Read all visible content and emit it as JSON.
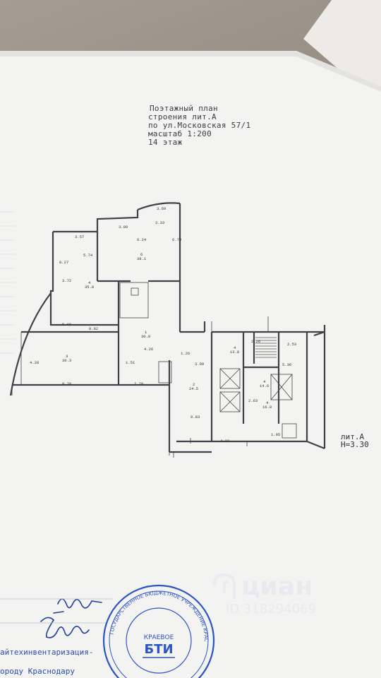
{
  "plan": {
    "title": [
      "Поэтажный план",
      "строения лит.А",
      "по ул.Московская 57/1",
      "масштаб 1:200",
      "14   этаж"
    ],
    "rooms": [
      {
        "number": "6",
        "area": "38.1"
      },
      {
        "number": "4",
        "area": "35.8"
      },
      {
        "number": "1",
        "area": "30.0"
      },
      {
        "number": "3",
        "area": "36.3"
      },
      {
        "number": "2",
        "area": "24.5"
      },
      {
        "number": "4",
        "area": "13.8"
      },
      {
        "number": "4",
        "area": "14.6"
      },
      {
        "number": "4",
        "area": "16.0"
      }
    ],
    "dims": [
      "3.00",
      "3.57",
      "3.69",
      "3.33",
      "6.24",
      "6.79",
      "5.74",
      "8.27",
      "3.72",
      "5.00",
      "8.78",
      "8.82",
      "2.79",
      "3.09",
      "0.83",
      "4.32",
      "2.63",
      "2.26",
      "5.36",
      "2.53",
      "1.26",
      "1.51",
      "4.28",
      "4.26",
      "1.05"
    ],
    "lit_label": "лит.А",
    "height_label": "Н=3.30"
  },
  "footer": {
    "line1": "айтехинвентаризация-",
    "line2": "ороду Краснодару"
  },
  "stamp": {
    "word1": "КРАЕВОЕ",
    "word2": "БТИ",
    "ring": "ГОСУДАРСТВЕННОЕ БЮДЖЕТНОЕ УЧРЕЖДЕНИЕ КРАСНОДАРСКОГО КРАЯ"
  },
  "watermark": {
    "brand": "циан",
    "id": "ID 318294069"
  }
}
